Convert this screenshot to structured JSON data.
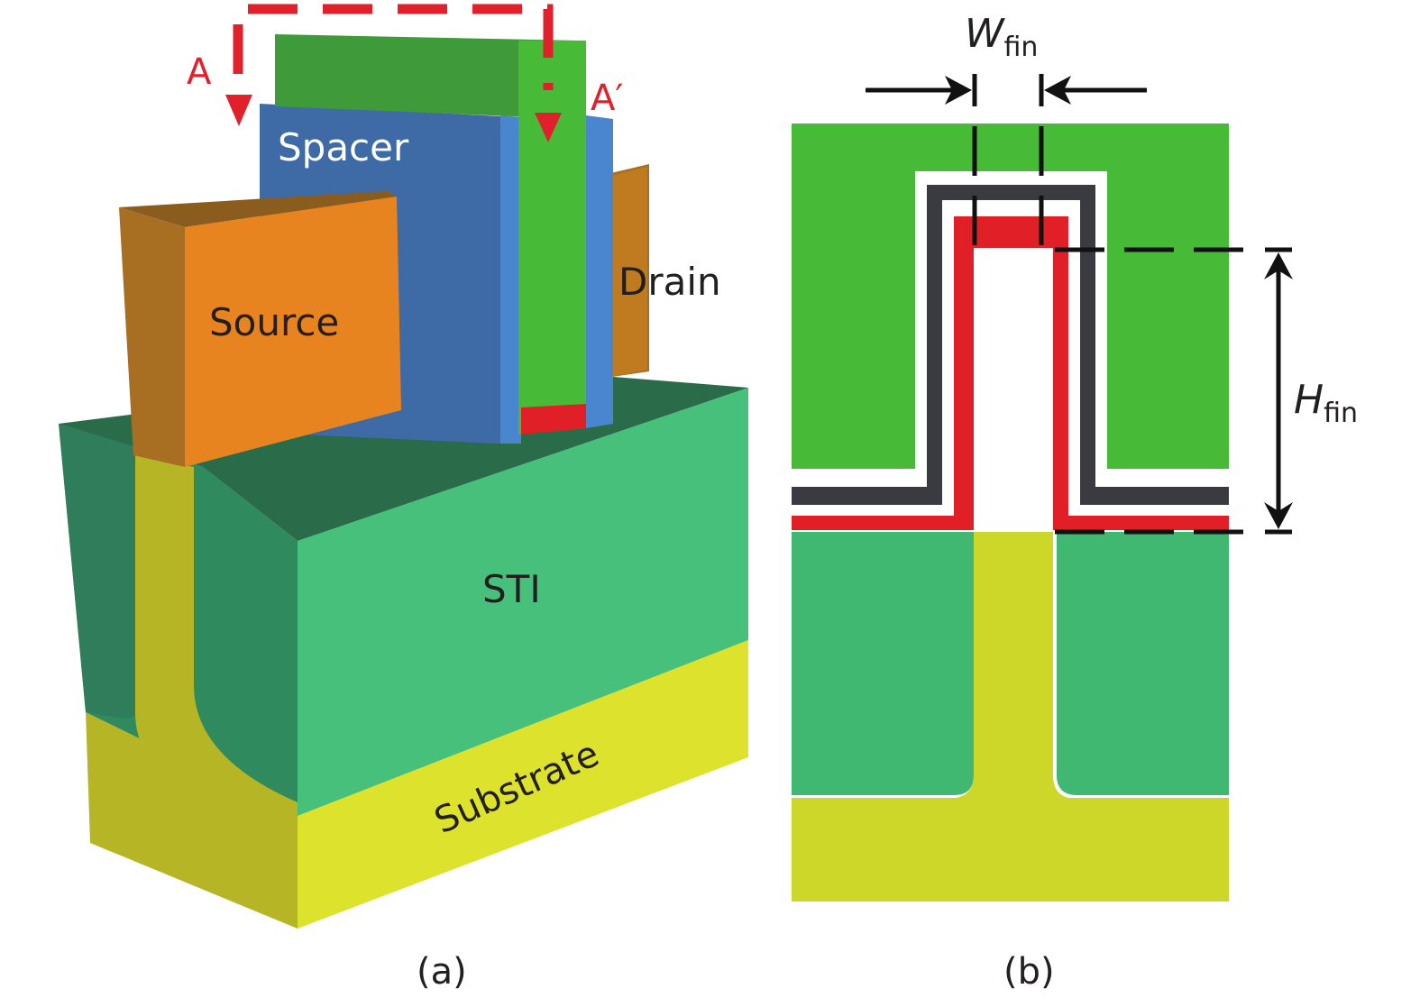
{
  "figure": {
    "panel_a": {
      "caption": "(a)",
      "section_marker_left": "A",
      "section_marker_right": "A′",
      "labels": {
        "spacer": "Spacer",
        "source": "Source",
        "drain": "Drain",
        "sti": "STI",
        "substrate": "Substrate"
      }
    },
    "panel_b": {
      "caption": "(b)",
      "width_label_main": "W",
      "width_label_sub": "fin",
      "height_label_main": "H",
      "height_label_sub": "fin"
    }
  },
  "colors": {
    "gate": "#47bb37",
    "gate_top": "#3f9a3a",
    "spacer": "#3e6aa6",
    "spacer_light": "#4a86d0",
    "source_drain": "#e8841f",
    "source_drain_side": "#a86f22",
    "sti": "#45bf7a",
    "sti_dark": "#2f8a5e",
    "sti_top": "#2a6b4a",
    "substrate": "#cdd72a",
    "substrate_front": "#dfe42a",
    "substrate_side": "#b5b526",
    "gate_oxide": "#e01f26",
    "metal_layer": "#3a3b40",
    "section_line": "#e0202a",
    "dimension": "#111111"
  }
}
